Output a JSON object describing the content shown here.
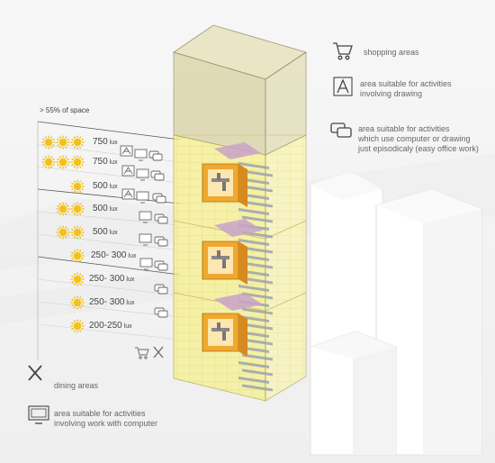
{
  "header": {
    "space_label": "> 55% of space"
  },
  "rows": [
    {
      "lux_value": "750",
      "lux_unit": "lux",
      "suns": 3
    },
    {
      "lux_value": "750",
      "lux_unit": "lux",
      "suns": 3
    },
    {
      "lux_value": "500",
      "lux_unit": "lux",
      "suns": 1
    },
    {
      "lux_value": "500",
      "lux_unit": "lux",
      "suns": 2
    },
    {
      "lux_value": "500",
      "lux_unit": "lux",
      "suns": 2
    },
    {
      "lux_value": "250- 300",
      "lux_unit": "lux",
      "suns": 1
    },
    {
      "lux_value": "250- 300",
      "lux_unit": "lux",
      "suns": 1
    },
    {
      "lux_value": "250- 300",
      "lux_unit": "lux",
      "suns": 1
    },
    {
      "lux_value": "200-250",
      "lux_unit": "lux",
      "suns": 1
    }
  ],
  "legend": {
    "shopping": "shopping areas",
    "drawing_line1": "area suitable for activities",
    "drawing_line2": "involving drawing",
    "occasional_line1": "area suitable for activities",
    "occasional_line2": "which use computer or drawing",
    "occasional_line3": "just episodicaly (easy office work)",
    "dining": "dining areas",
    "computer_line1": "area suitable for activities",
    "computer_line2": "involving work with computer"
  },
  "icons": {
    "shopping": "shopping-cart-icon",
    "drawing": "drafting-compass-icon",
    "occasional": "speech-bubbles-icon",
    "dining": "fork-knife-icon",
    "computer": "computer-monitor-icon",
    "sun": "sun-icon"
  },
  "colors": {
    "sun": "#f2c21b",
    "tower_top": "#d9d4a8",
    "tower_lit": "#f6ef8c",
    "box_orange": "#f0a830",
    "pink_panel": "#c8a4c8"
  }
}
